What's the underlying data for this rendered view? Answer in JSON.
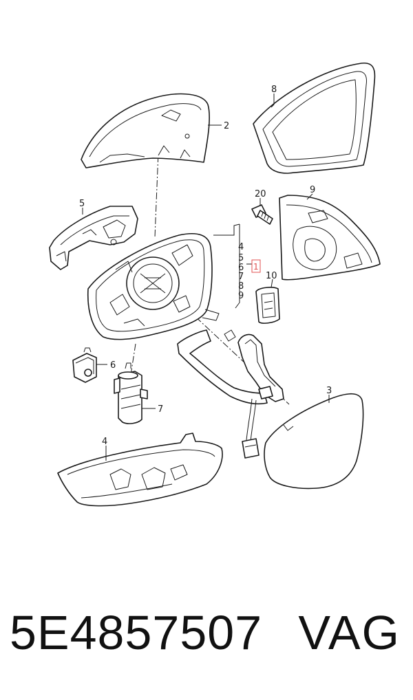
{
  "callouts": {
    "c1": "1",
    "c2": "2",
    "c3": "3",
    "c4": "4",
    "c5": "5",
    "c6": "6",
    "c7": "7",
    "c8": "8",
    "c9": "9",
    "c10": "10",
    "c20": "20"
  },
  "group_list": [
    "4",
    "5",
    "6",
    "7",
    "8",
    "9"
  ],
  "highlight_color": "#e05050",
  "footer": {
    "part_number": "5E4857507",
    "brand": "VAG"
  }
}
